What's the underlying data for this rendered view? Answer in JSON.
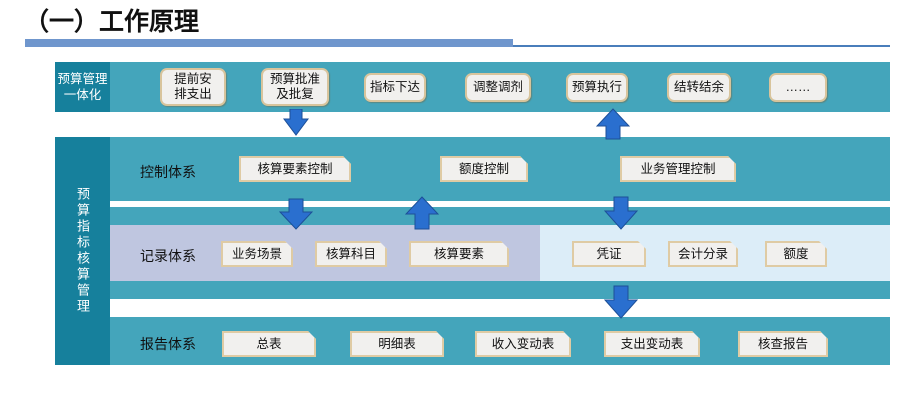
{
  "header": {
    "title": "（一）工作原理",
    "rule_color": "#4a7ebb",
    "rule_accent_color": "#6f96cd"
  },
  "diagram": {
    "colors": {
      "sidebar": "#16809c",
      "band": "#44a5bb",
      "record_left": "#bfc6e0",
      "record_right": "#dcedf8",
      "node_fill": "#f1f0ee",
      "node_border": "#d8c49c",
      "arrow": "#2a6fcf"
    },
    "sidebar_top": {
      "line1": "预算管理",
      "line2": "一体化"
    },
    "sidebar_main": {
      "label": "预算指标核算管理"
    },
    "rows": [
      {
        "id": "budget-integration",
        "label": "",
        "nodes": [
          {
            "text": "提前安\n排支出",
            "lines": [
              "提前安",
              "排支出"
            ]
          },
          {
            "text": "预算批准\n及批复",
            "lines": [
              "预算批准",
              "及批复"
            ]
          },
          {
            "text": "指标下达",
            "lines": [
              "指标下达"
            ]
          },
          {
            "text": "调整调剂",
            "lines": [
              "调整调剂"
            ]
          },
          {
            "text": "预算执行",
            "lines": [
              "预算执行"
            ]
          },
          {
            "text": "结转结余",
            "lines": [
              "结转结余"
            ]
          },
          {
            "text": "……",
            "lines": [
              "……"
            ]
          }
        ]
      },
      {
        "id": "control-system",
        "label": "控制体系",
        "nodes": [
          {
            "text": "核算要素控制",
            "lines": [
              "核算要素控制"
            ]
          },
          {
            "text": "额度控制",
            "lines": [
              "额度控制"
            ]
          },
          {
            "text": "业务管理控制",
            "lines": [
              "业务管理控制"
            ]
          }
        ]
      },
      {
        "id": "record-system",
        "label": "记录体系",
        "nodes": [
          {
            "text": "业务场景",
            "lines": [
              "业务场景"
            ]
          },
          {
            "text": "核算科目",
            "lines": [
              "核算科目"
            ]
          },
          {
            "text": "核算要素",
            "lines": [
              "核算要素"
            ]
          },
          {
            "text": "凭证",
            "lines": [
              "凭证"
            ]
          },
          {
            "text": "会计分录",
            "lines": [
              "会计分录"
            ]
          },
          {
            "text": "额度",
            "lines": [
              "额度"
            ]
          }
        ]
      },
      {
        "id": "report-system",
        "label": "报告体系",
        "nodes": [
          {
            "text": "总表",
            "lines": [
              "总表"
            ]
          },
          {
            "text": "明细表",
            "lines": [
              "明细表"
            ]
          },
          {
            "text": "收入变动表",
            "lines": [
              "收入变动表"
            ]
          },
          {
            "text": "支出变动表",
            "lines": [
              "支出变动表"
            ]
          },
          {
            "text": "核查报告",
            "lines": [
              "核查报告"
            ]
          }
        ]
      }
    ],
    "arrows": [
      {
        "id": "arrow-down-budget-to-control",
        "direction": "down"
      },
      {
        "id": "arrow-up-record-to-control",
        "direction": "up"
      },
      {
        "id": "arrow-up-control-to-budget",
        "direction": "up"
      },
      {
        "id": "arrow-down-control-to-record",
        "direction": "down"
      },
      {
        "id": "arrow-down-control-record-2",
        "direction": "down"
      },
      {
        "id": "arrow-down-record-to-report",
        "direction": "down"
      }
    ]
  }
}
